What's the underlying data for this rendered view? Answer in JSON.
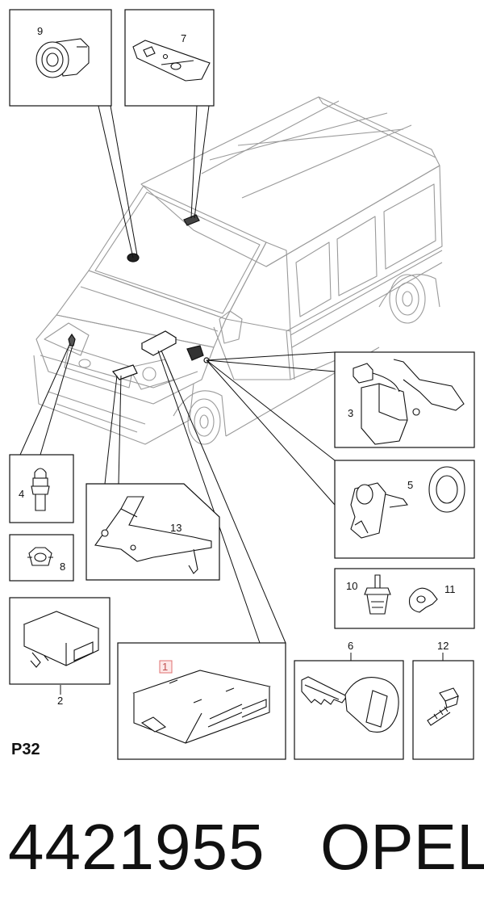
{
  "callouts": {
    "c1": "1",
    "c2": "2",
    "c3": "3",
    "c4": "4",
    "c5": "5",
    "c6": "6",
    "c7": "7",
    "c8": "8",
    "c9": "9",
    "c10": "10",
    "c11": "11",
    "c12": "12",
    "c13": "13"
  },
  "sheet_label": "P32",
  "part_number": "4421955",
  "brand": "OPEL",
  "colors": {
    "line": "#111111",
    "highlight": "#e07070",
    "vehicle": "#9a9a9a"
  }
}
